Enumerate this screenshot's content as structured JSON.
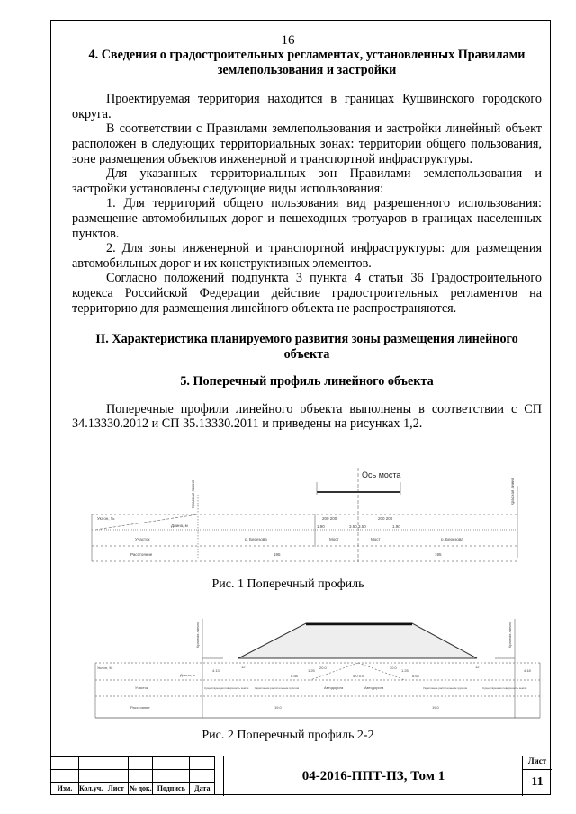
{
  "page_number": "16",
  "section4": {
    "title": "4. Сведения о градостроительных регламентах, установленных Правилами землепользования и застройки",
    "paragraphs": [
      "Проектируемая территория находится в границах Кушвинского городского округа.",
      "В соответствии с Правилами землепользования и застройки линейный объект расположен в следующих территориальных зонах: территории общего пользования, зоне размещения объектов инженерной и транспортной инфраструктуры.",
      "Для указанных территориальных зон Правилами землепользования и застройки установлены следующие виды использования:",
      "1.  Для территорий общего пользования вид разрешенного использования: размещение автомобильных дорог и пешеходных тротуаров в границах населенных пунктов.",
      "2. Для зоны инженерной и транспортной инфраструктуры: для размещения автомобильных дорог и их конструктивных элементов.",
      "Согласно положений подпункта 3 пункта 4 статьи 36 Градостроительного кодекса Российской Федерации действие градостроительных регламентов на территорию для размещения линейного объекта не распространяются."
    ]
  },
  "section2": {
    "title": "II. Характеристика планируемого развития зоны размещения линейного объекта"
  },
  "section5": {
    "title": "5. Поперечный профиль линейного объекта",
    "paragraph": "Поперечные профили линейного объекта выполнены в соответствии с СП 34.13330.2012 и СП 35.13330.2011 и приведены на рисунках 1,2."
  },
  "figure1": {
    "caption": "Рис. 1 Поперечный профиль",
    "labels": {
      "red_line": "Красная линия",
      "axis": "Ось моста",
      "slope": "Уклон, ‰",
      "length": "Длина, м",
      "section": "Участок",
      "river_left": "р. Березова",
      "bridge_left": "Мост",
      "bridge_right": "Мост",
      "river_right": "р. Березова",
      "distance": "Расстояние",
      "dist_left": "195",
      "dist_right": "195",
      "l1": "200 200",
      "l2": "1.90",
      "l3": "3.50 3.50",
      "l4": "200 200",
      "l5": "1.90"
    }
  },
  "figure2": {
    "caption": "Рис. 2 Поперечный профиль 2-2",
    "labels": {
      "red_line": "Красная линия",
      "slope": "Уклон, ‰",
      "length": "Длина, м",
      "v1": "4.13",
      "v2": "12",
      "v3": "8.58",
      "v4": "1.25",
      "v5": "20.0",
      "v6": "5.0  5.0",
      "v7": "30.0",
      "v8": "1.25",
      "v9": "8.64",
      "v10": "12",
      "v11": "4.18",
      "section": "Участок",
      "s1": "Существующая поверхность земли",
      "s2": "Укрепление растительным грунтом",
      "s3": "Автодорога",
      "s4": "Автодорога",
      "s5": "Укрепление растительным грунтом",
      "s6": "Существующая поверхность земли",
      "distance": "Расстояние",
      "dist_left": "19.0",
      "dist_right": "19.0"
    }
  },
  "title_block": {
    "headers": [
      "Изм.",
      "Кол.уч.",
      "Лист",
      "№ док.",
      "Подпись",
      "Дата"
    ],
    "document": "04-2016-ППТ-ПЗ, Том 1",
    "sheet_label": "Лист",
    "sheet_number": "11"
  }
}
